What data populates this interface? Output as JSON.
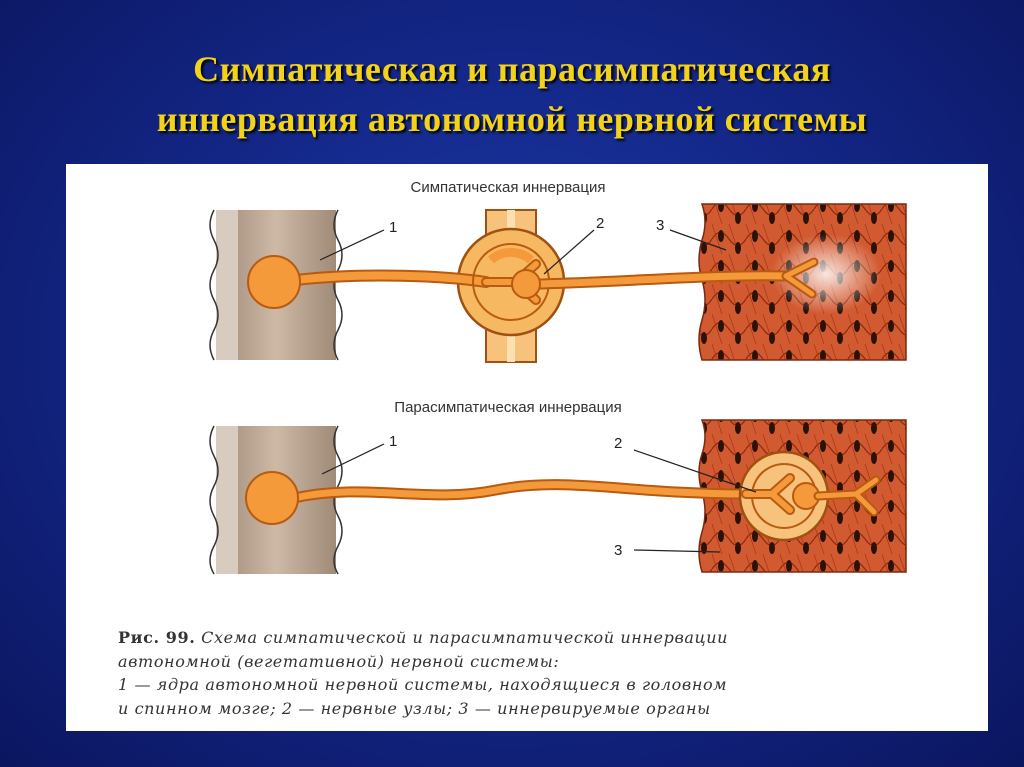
{
  "slide": {
    "title_line1": "Симпатическая и парасимпатическая",
    "title_line2": "иннервация автономной нервной системы"
  },
  "diagram": {
    "sympathetic": {
      "heading": "Симпатическая иннервация",
      "label_1": "1",
      "label_2": "2",
      "label_3": "3"
    },
    "parasympathetic": {
      "heading": "Парасимпатическая иннервация",
      "label_1": "1",
      "label_2": "2",
      "label_3": "3"
    },
    "caption": {
      "figure_number": "Рис. 99.",
      "line1_rest": " Схема симпатической и парасимпатической иннервации",
      "line2": "автономной (вегетативной) нервной системы:",
      "line3": "1 — ядра автономной нервной системы, находящиеся в головном",
      "line4": "и спинном мозге; 2 — нервные узлы; 3 — иннервируемые органы"
    }
  },
  "colors": {
    "title": "#f3d21a",
    "neuron": "#f59a3a",
    "neuron_outline": "#b85a10",
    "organ": "#c9502a",
    "spinal_cord": "#b9a592"
  }
}
